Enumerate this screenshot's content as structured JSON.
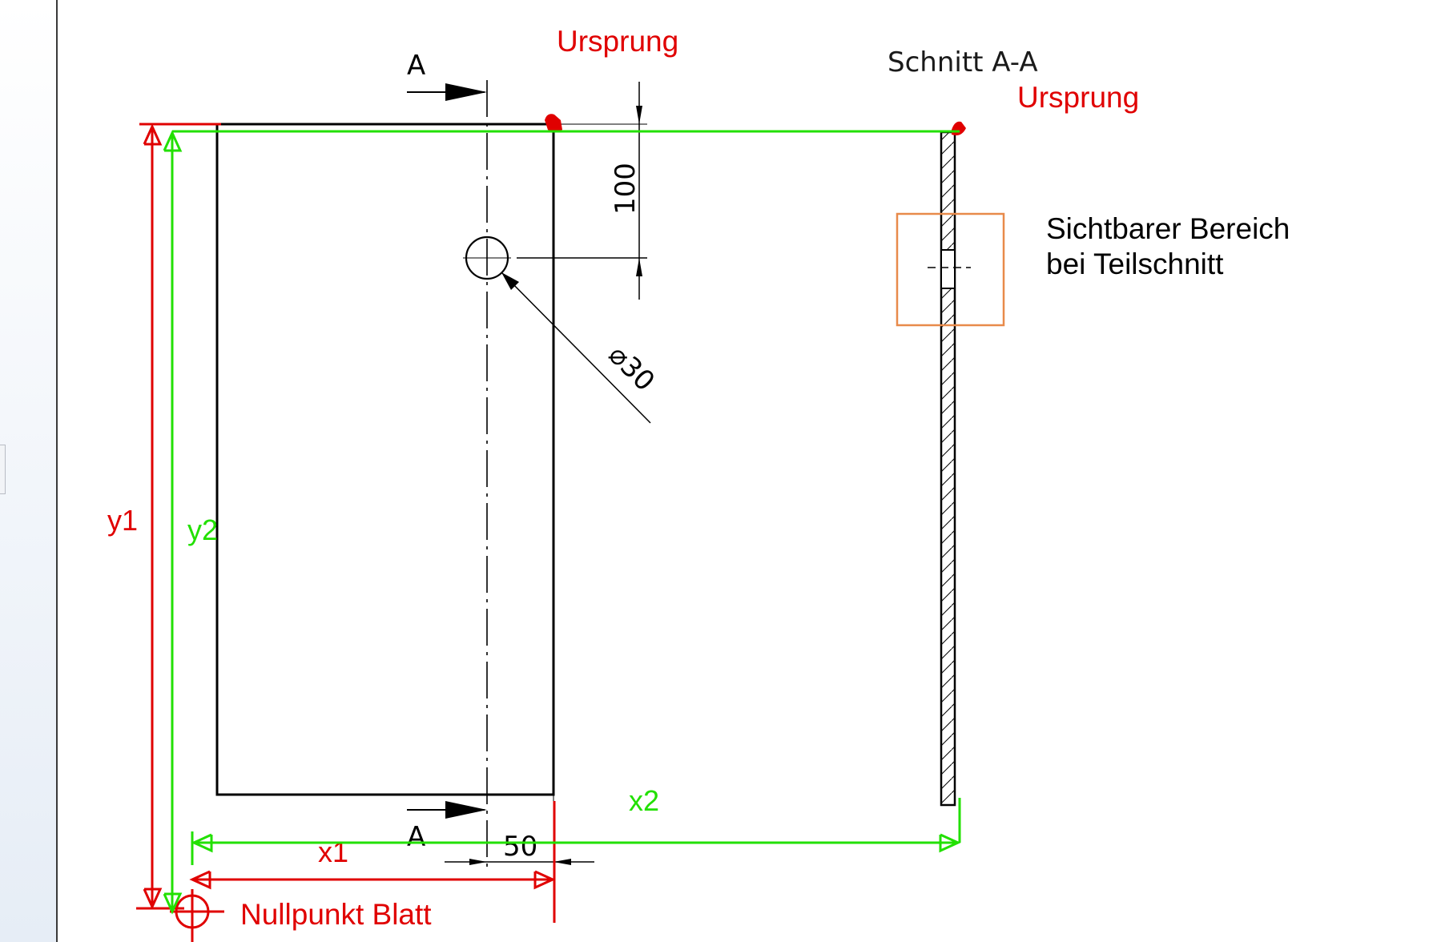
{
  "labels": {
    "section_arrow_top": "A",
    "section_arrow_bottom": "A",
    "origin_front": "Ursprung",
    "section_title": "Schnitt A-A",
    "origin_section": "Ursprung",
    "dim_hole_offset": "100",
    "dim_hole_diameter": "⌀30",
    "dim_width_offset": "50",
    "visible_area_line1": "Sichtbarer Bereich",
    "visible_area_line2": "bei Teilschnitt",
    "y1": "y1",
    "y2": "y2",
    "x1": "x1",
    "x2": "x2",
    "sheet_zero": "Nullpunkt Blatt"
  },
  "colors": {
    "red": "#e00000",
    "green": "#22e000",
    "orange": "#e88a4a",
    "line": "#000000"
  }
}
